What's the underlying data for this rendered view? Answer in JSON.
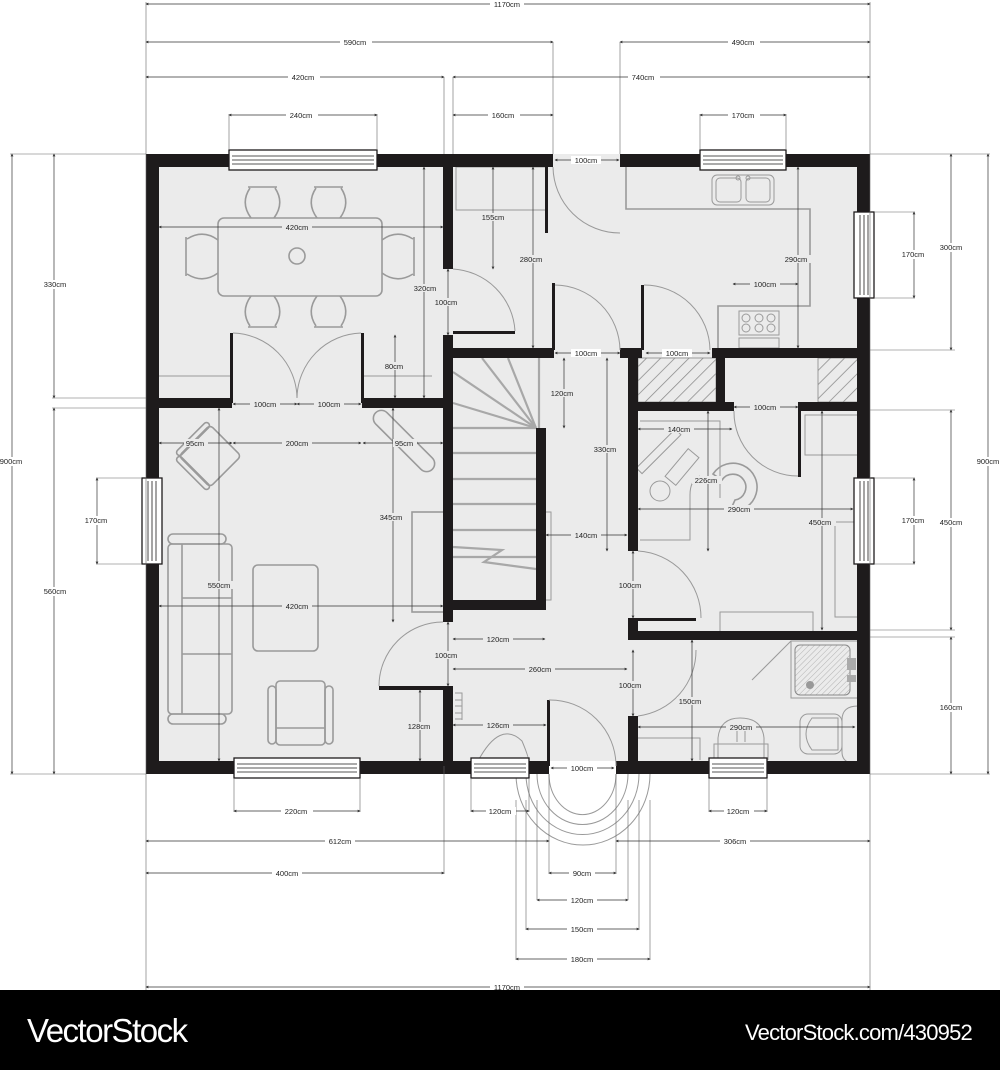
{
  "plan": {
    "overall_width": "1170cm",
    "overall_height": "900cm",
    "colors": {
      "wall": "#1e1b1c",
      "floor": "#ebebeb",
      "furniture": "#9a9a9a",
      "background": "#ffffff"
    },
    "top_dimensions": {
      "total": "1170cm",
      "left_590": "590cm",
      "right_490": "490cm",
      "left_420": "420cm",
      "right_740": "740cm",
      "window_dining": "240cm",
      "hall_160": "160cm",
      "window_kitchen": "170cm"
    },
    "bottom_dimensions": {
      "window_living": "220cm",
      "window_wc": "120cm",
      "window_bath": "120cm",
      "left_612": "612cm",
      "right_306": "306cm",
      "left_400": "400cm",
      "step_90": "90cm",
      "step_120": "120cm",
      "step_150": "150cm",
      "step_180": "180cm",
      "total": "1170cm"
    },
    "left_dimensions": {
      "total": "900cm",
      "upper": "330cm",
      "lower": "560cm",
      "window": "170cm"
    },
    "right_dimensions": {
      "total": "900cm",
      "upper": "300cm",
      "middle": "450cm",
      "lower": "160cm",
      "window_upper": "170cm",
      "window_lower": "170cm"
    },
    "interior_dimensions": {
      "dining_width": "420cm",
      "dining_height": "320cm",
      "dining_door_gap": "100cm",
      "dining_wall_80": "80cm",
      "dining_door_left": "100cm",
      "dining_door_right": "100cm",
      "closet_155": "155cm",
      "hall_280": "280cm",
      "entry_door_top": "100cm",
      "kitchen_290": "290cm",
      "kitchen_100": "100cm",
      "hall_door_a": "100cm",
      "hall_door_b": "100cm",
      "stair_120": "120cm",
      "hall_330": "330cm",
      "hall_140": "140cm",
      "stair_bottom_120": "120cm",
      "living_95_left": "95cm",
      "living_200": "200cm",
      "living_95_right": "95cm",
      "living_345": "345cm",
      "living_550": "550cm",
      "living_420": "420cm",
      "living_door_100": "100cm",
      "living_128": "128cm",
      "entry_260": "260cm",
      "wc_126": "126cm",
      "front_door": "100cm",
      "office_140": "140cm",
      "office_226": "226cm",
      "office_door": "100cm",
      "bedroom_290": "290cm",
      "bedroom_450": "450cm",
      "bedroom_door": "100cm",
      "bath_door": "100cm",
      "bath_150": "150cm",
      "bath_290": "290cm"
    }
  },
  "footer": {
    "brand": "VectorStock",
    "reference": "VectorStock.com/430952"
  }
}
